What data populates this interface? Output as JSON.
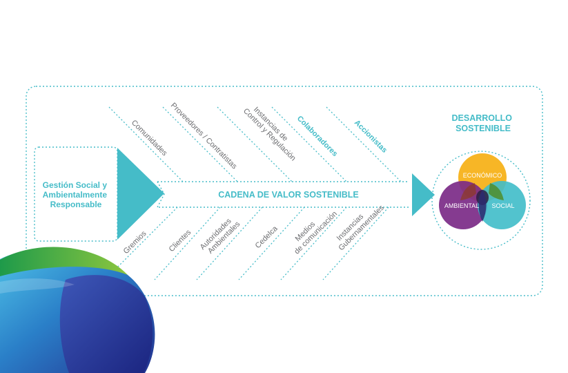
{
  "diagram": {
    "source_box_label_lines": [
      "Gestión Social y",
      "Ambientalmente",
      "Responsable"
    ],
    "spine_label": "CADENA DE VALOR SOSTENIBLE",
    "goal_title_lines": [
      "DESARROLLO",
      "SOSTENIBLE"
    ],
    "top_bones": [
      {
        "lines": [
          "Comunidades"
        ],
        "emphasis": false
      },
      {
        "lines": [
          "Proveedores / Contratistas"
        ],
        "emphasis": false
      },
      {
        "lines": [
          "Instancias de",
          "Control y Regulación"
        ],
        "emphasis": false
      },
      {
        "lines": [
          "Colaboradores"
        ],
        "emphasis": true
      },
      {
        "lines": [
          "Accionistas"
        ],
        "emphasis": true
      }
    ],
    "bottom_bones": [
      {
        "lines": [
          "Gremios"
        ]
      },
      {
        "lines": [
          "Clientes"
        ]
      },
      {
        "lines": [
          "Autoridades",
          "Ambientales"
        ]
      },
      {
        "lines": [
          "Cedelca"
        ]
      },
      {
        "lines": [
          "Medios",
          "de comunicación"
        ]
      },
      {
        "lines": [
          "Instancias",
          "Gubernamentales"
        ]
      }
    ],
    "venn": [
      {
        "label": "ECONÓMICO",
        "color": "#f7b21a"
      },
      {
        "label": "AMBIENTAL",
        "color": "#7b2a87"
      },
      {
        "label": "SOCIAL",
        "color": "#3fbcc9"
      }
    ],
    "colors": {
      "accent": "#45bcc8",
      "text_gray": "#6d6e71",
      "dotted_line": "#45bcc8"
    }
  }
}
